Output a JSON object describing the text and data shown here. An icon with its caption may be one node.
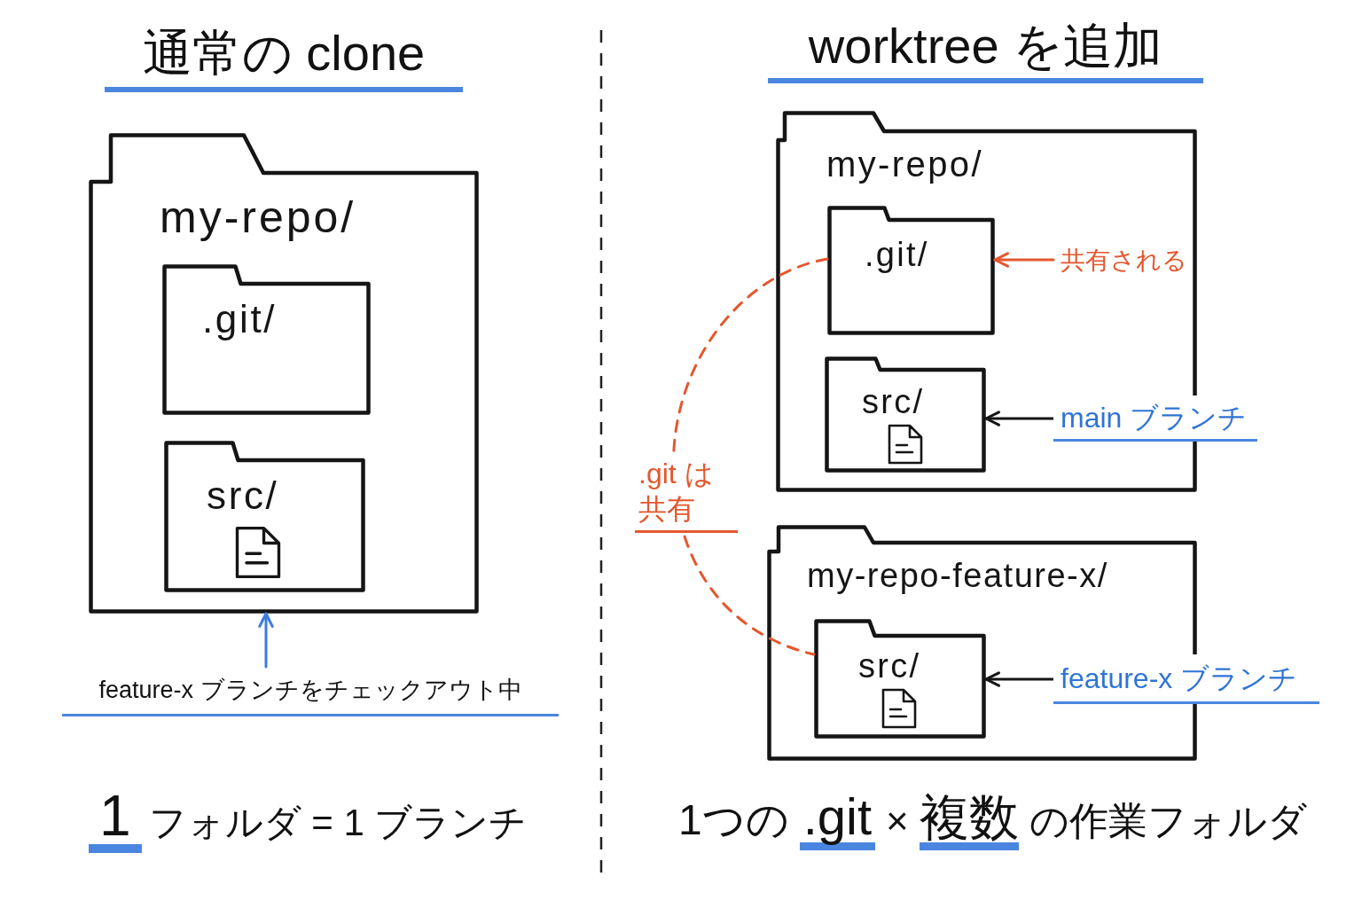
{
  "diagram": {
    "nodes": [
      {
        "text": [
          "my-repo/"
        ]
      },
      {
        "text": [
          ".git/"
        ],
        "in": 0
      },
      {
        "text": [
          "src/"
        ],
        "in": 0
      },
      {
        "text": [
          "feature-x ブランチをチェックアウト中"
        ]
      },
      {
        "text": [
          "my-repo/"
        ]
      },
      {
        "text": [
          ".git/"
        ],
        "in": 4
      },
      {
        "text": [
          "src/"
        ],
        "in": 4
      },
      {
        "text": [
          "共有される"
        ],
        "in": 4
      },
      {
        "text": [
          "main ブランチ"
        ]
      },
      {
        "text": [
          "my-repo-feature-x/"
        ]
      },
      {
        "text": [
          "src/"
        ],
        "in": 9
      },
      {
        "text": [
          "feature-x ブランチ"
        ]
      }
    ],
    "edges": [
      {
        "from": 3,
        "to": 0,
        "arrow": "to",
        "color": "#3b7ddd"
      },
      {
        "from": 7,
        "to": 5,
        "arrow": "to",
        "color": "#e4572e"
      },
      {
        "from": 8,
        "to": 6,
        "arrow": "to",
        "color": "#151515"
      },
      {
        "from": 11,
        "to": 10,
        "arrow": "to",
        "color": "#151515"
      },
      {
        "from": 5,
        "to": 10,
        "arrow": "none",
        "label": ".git は共有",
        "style": "dashed",
        "color": "#e4572e"
      }
    ],
    "labels": [
      "通常の clone",
      "worktree を追加",
      "1",
      "フォルダ = 1 ブランチ",
      "1つの",
      ".git",
      "×",
      "複数",
      "の作業フォルダ"
    ]
  }
}
